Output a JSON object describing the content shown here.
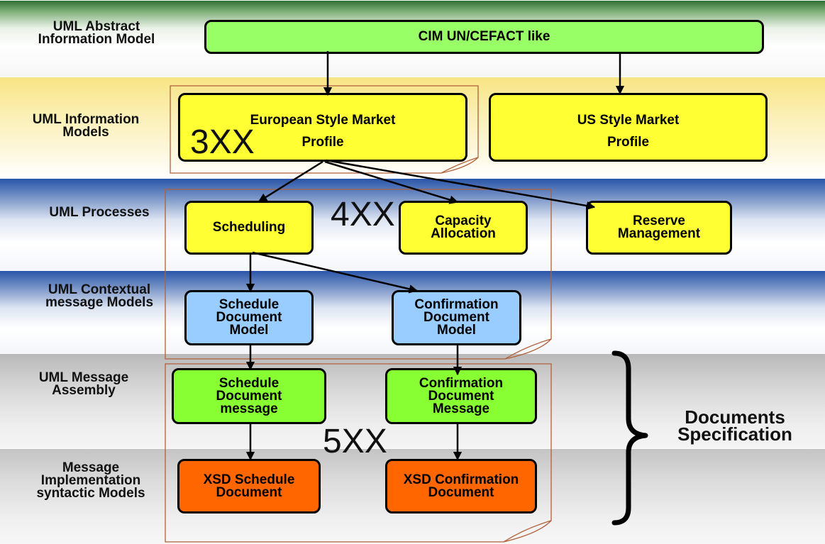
{
  "rows": {
    "abstract": "UML Abstract\nInformation Model",
    "information": "UML Information\nModels",
    "processes": "UML Processes",
    "contextual": "UML Contextual\nmessage Models",
    "assembly": "UML Message\nAssembly",
    "syntactic": "Message\nImplementation\nsyntactic Models"
  },
  "nodes": {
    "cim": "CIM UN/CEFACT like",
    "european_profile": "European Style Market\nProfile",
    "us_profile": "US Style Market\nProfile",
    "scheduling": "Scheduling",
    "capacity_allocation": "Capacity\nAllocation",
    "reserve_management": "Reserve\nManagement",
    "schedule_doc_model": "Schedule\nDocument\nModel",
    "confirmation_doc_model": "Confirmation\nDocument\nModel",
    "schedule_doc_message": "Schedule\nDocument\nmessage",
    "confirmation_doc_message": "Confirmation\nDocument\nMessage",
    "xsd_schedule": "XSD Schedule\nDocument",
    "xsd_confirmation": "XSD Confirmation\nDocument"
  },
  "groups": {
    "g3": "3XX",
    "g4": "4XX",
    "g5": "5XX"
  },
  "documents_specification": "Documents\nSpecification",
  "colors": {
    "cim": "#99ff66",
    "profiles_and_processes": "#ffff33",
    "contextual_models": "#99ccff",
    "message_assembly": "#88ff33",
    "xsd": "#ff6600",
    "group_outline": "#b0603a"
  }
}
